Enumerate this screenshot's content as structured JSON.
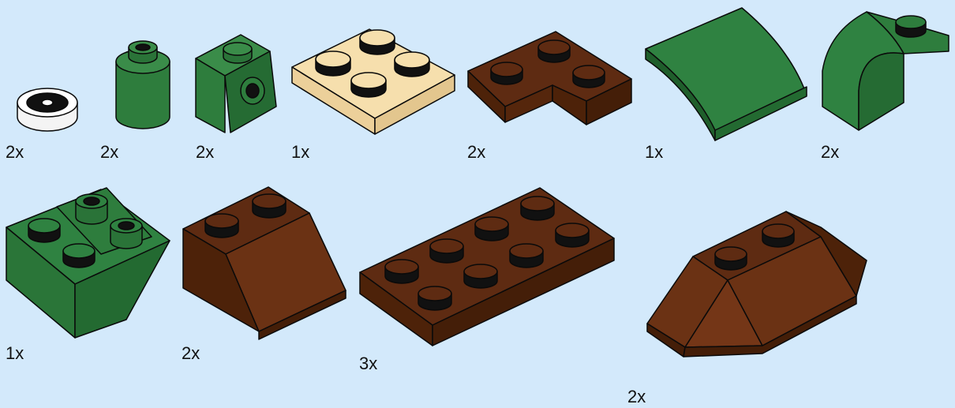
{
  "colors": {
    "background": "#d3e9fb",
    "green": "#2e7d3d",
    "brown": "#5a2a10",
    "tan": "#f6dfad",
    "white": "#ffffff",
    "outline": "#0a0a0a"
  },
  "parts": [
    {
      "id": "round-tile-1x1",
      "color": "white",
      "quantity": "2x"
    },
    {
      "id": "round-brick-1x1",
      "color": "green",
      "quantity": "2x"
    },
    {
      "id": "brick-1x1-with-side-stud",
      "color": "green",
      "quantity": "2x"
    },
    {
      "id": "plate-2x2",
      "color": "tan",
      "quantity": "1x"
    },
    {
      "id": "plate-2x2-corner",
      "color": "brown",
      "quantity": "2x"
    },
    {
      "id": "curved-slope-2x2",
      "color": "green",
      "quantity": "1x"
    },
    {
      "id": "curved-brick-with-stud",
      "color": "green",
      "quantity": "2x"
    },
    {
      "id": "inverted-slope-2x2",
      "color": "green",
      "quantity": "1x"
    },
    {
      "id": "slope-2x2",
      "color": "brown",
      "quantity": "2x"
    },
    {
      "id": "plate-2x4",
      "color": "brown",
      "quantity": "3x"
    },
    {
      "id": "wedge-nose-2x4",
      "color": "brown",
      "quantity": "2x"
    }
  ]
}
